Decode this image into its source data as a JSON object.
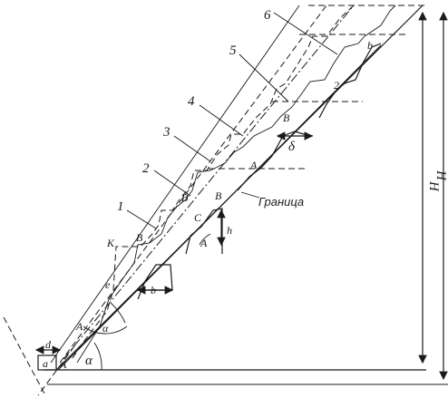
{
  "labels": {
    "n1": "1",
    "n2": "2",
    "n3": "3",
    "n4": "4",
    "n5": "5",
    "n6": "6",
    "b_upper": "B",
    "b_mid": "B",
    "b_left": "B",
    "b_right": "B",
    "b_top": "b",
    "c": "C",
    "a_point": "A",
    "a_lower": "A",
    "a_mid": "A",
    "alpha": "α",
    "beta": "α",
    "d": "d",
    "a_small": "a",
    "b_dim": "b",
    "h": "h",
    "delta": "δ",
    "k": "K",
    "e": "e",
    "two": "2",
    "h_dim": "H",
    "h_dim2": "H",
    "boundary": "Граница"
  }
}
